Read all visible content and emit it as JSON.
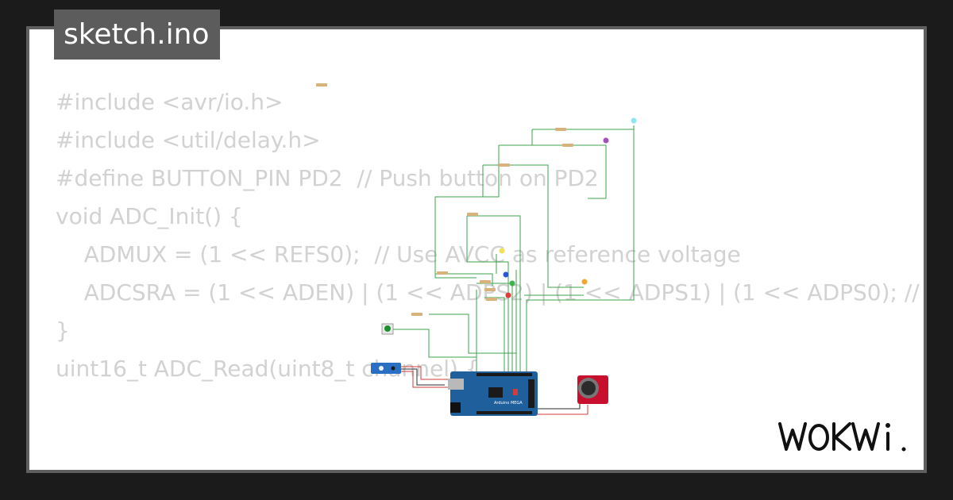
{
  "file_tab": {
    "label": "sketch.ino"
  },
  "code": {
    "lines": [
      "#include <avr/io.h>",
      "#include <util/delay.h>",
      "",
      "#define BUTTON_PIN PD2  // Push button on PD2",
      "",
      "void ADC_Init() {",
      "    ADMUX = (1 << REFS0);  // Use AVCC as reference voltage",
      "    ADCSRA = (1 << ADEN) | (1 << ADPS2) | (1 << ADPS1) | (1 << ADPS0); //",
      "}",
      "",
      "uint16_t ADC_Read(uint8_t channel) {"
    ]
  },
  "board": {
    "label": "Arduino MEGA"
  },
  "brand": {
    "name": "WOKWI"
  },
  "colors": {
    "background": "#1b1b1b",
    "card_border": "#5f5f5f",
    "tab_bg": "#5c5c5c",
    "code_text": "#d2d2d2",
    "wire_green": "#3fa34d",
    "wire_red": "#d43b3b",
    "board_blue": "#1f5f9c",
    "joystick_red": "#c8102e"
  }
}
